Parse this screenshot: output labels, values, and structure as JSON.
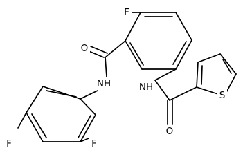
{
  "molecule": {
    "atom_labels": {
      "f_top": "F",
      "o_amide_left": "O",
      "nh_left": "NH",
      "nh_right": "NH",
      "s_thiophene": "S",
      "o_amide_right": "O",
      "f_left": "F",
      "f_bottom": "F"
    }
  }
}
